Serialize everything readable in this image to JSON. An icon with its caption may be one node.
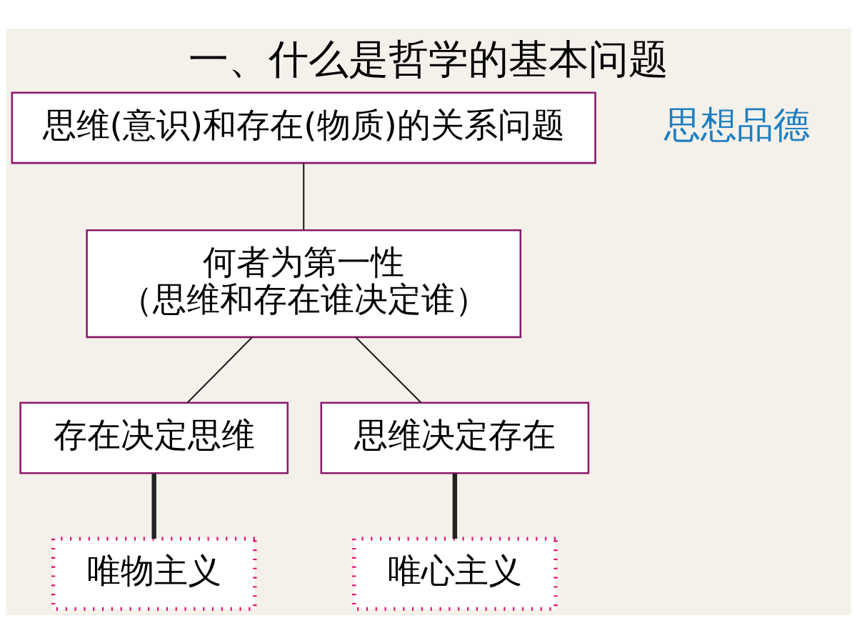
{
  "diagram": {
    "title": "一、什么是哲学的基本问题",
    "nodes": [
      {
        "text": [
          "思维(意识)和存在(物质)的关系问题"
        ]
      },
      {
        "text": [
          "何者为第一性",
          "（思维和存在谁决定谁）"
        ]
      },
      {
        "text": [
          "存在决定思维"
        ]
      },
      {
        "text": [
          "思维决定存在"
        ]
      },
      {
        "text": [
          "唯物主义"
        ]
      },
      {
        "text": [
          "唯心主义"
        ]
      }
    ],
    "edges": [
      {
        "from": 0,
        "to": 1,
        "arrow": "none"
      },
      {
        "from": 1,
        "to": 2,
        "arrow": "none"
      },
      {
        "from": 1,
        "to": 3,
        "arrow": "none"
      },
      {
        "from": 2,
        "to": 4,
        "arrow": "none",
        "style": "thick"
      },
      {
        "from": 3,
        "to": 5,
        "arrow": "none",
        "style": "thick"
      }
    ],
    "labels": [
      "思想品德"
    ]
  }
}
